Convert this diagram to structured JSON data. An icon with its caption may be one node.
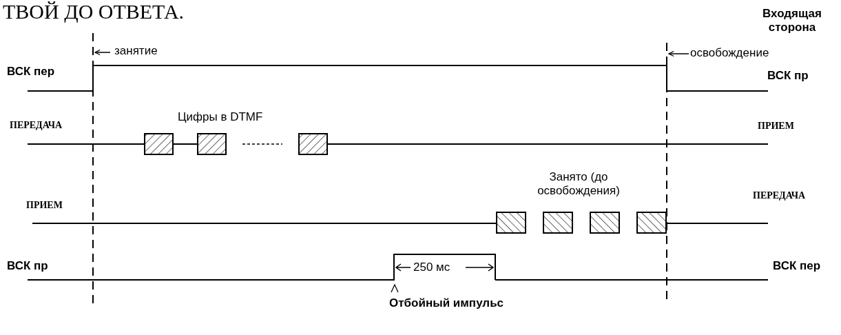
{
  "diagram": {
    "title": "ТВОЙ ДО ОТВЕТА.",
    "labels": [
      "Входящая сторона",
      "занятие",
      "освобождение",
      "ВСК пер",
      "ВСК пр",
      "Цифры в DTMF",
      "ПЕРЕДАЧА",
      "ПРИЕМ",
      "Занято (до освобождения)",
      "ПРИЕМ",
      "ПЕРЕДАЧА",
      "ВСК пр",
      "250 мс",
      "ВСК пер",
      "Отбойный импульс"
    ]
  }
}
